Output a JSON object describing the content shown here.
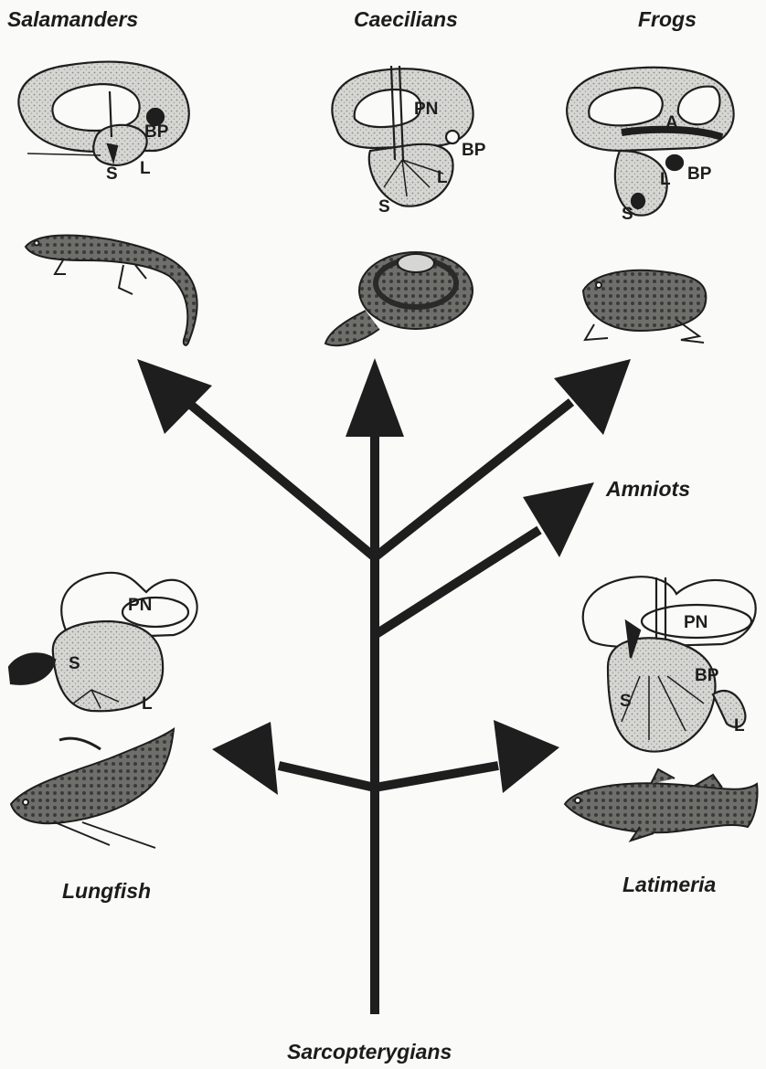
{
  "taxa": {
    "salamanders": "Salamanders",
    "caecilians": "Caecilians",
    "frogs": "Frogs",
    "amniots": "Amniots",
    "lungfish": "Lungfish",
    "latimeria": "Latimeria",
    "root": "Sarcopterygians"
  },
  "ear_labels": {
    "salamander": [
      "BP",
      "S",
      "L"
    ],
    "caecilian": [
      "PN",
      "BP",
      "L",
      "S"
    ],
    "frog": [
      "A",
      "L",
      "BP",
      "S"
    ],
    "lungfish": [
      "PN",
      "S",
      "L"
    ],
    "latimeria": [
      "PN",
      "BP",
      "S",
      "L"
    ]
  },
  "colors": {
    "ink": "#1e1e1e",
    "background": "#fafaf8",
    "shading": "#cfcfcb"
  }
}
